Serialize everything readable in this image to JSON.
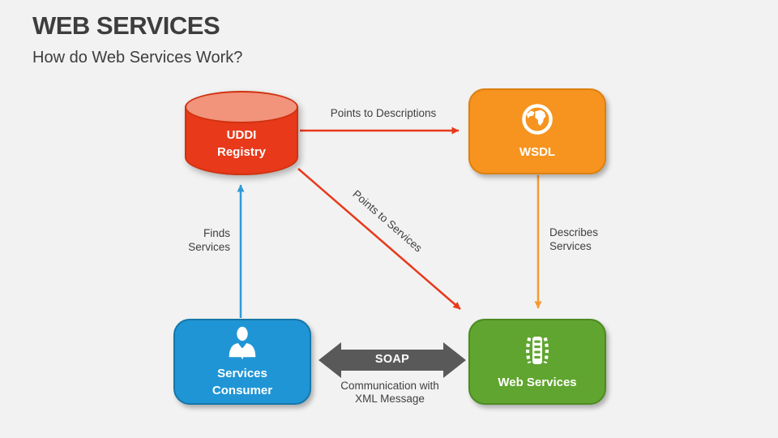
{
  "slide": {
    "title": "WEB SERVICES",
    "subtitle": "How do Web Services Work?",
    "background_color": "#f2f2f2",
    "text_color": "#3f3f3f"
  },
  "nodes": {
    "uddi_registry": {
      "shape": "cylinder",
      "lines": [
        "UDDI",
        "Registry"
      ],
      "fill": "#e8391b",
      "top_fill": "#f2937c",
      "stroke": "#d0320f"
    },
    "wsdl": {
      "label": "WSDL",
      "icon": "globe-icon",
      "fill": "#f6941f",
      "stroke": "#dd800f"
    },
    "services_consumer": {
      "lines": [
        "Services",
        "Consumer"
      ],
      "icon": "businessman-icon",
      "fill": "#2095d5",
      "stroke": "#1577a9"
    },
    "web_services": {
      "label": "Web Services",
      "icon": "server-icon",
      "fill": "#60a52f",
      "stroke": "#4c8b21"
    }
  },
  "edges": {
    "points_to_descriptions": {
      "label": "Points to Descriptions",
      "from": "uddi_registry",
      "to": "wsdl",
      "color": "#e8391b"
    },
    "points_to_services": {
      "label": "Points to Services",
      "from": "uddi_registry",
      "to": "web_services",
      "color": "#e8391b"
    },
    "describes_services": {
      "lines": [
        "Describes",
        "Services"
      ],
      "from": "wsdl",
      "to": "web_services",
      "color": "#f59b31"
    },
    "finds_services": {
      "lines": [
        "Finds",
        "Services"
      ],
      "from": "services_consumer",
      "to": "uddi_registry",
      "color": "#2f9ad8"
    },
    "soap": {
      "label": "SOAP",
      "caption_lines": [
        "Communication with",
        "XML Message"
      ],
      "between": [
        "services_consumer",
        "web_services"
      ],
      "color": "#595959"
    }
  }
}
